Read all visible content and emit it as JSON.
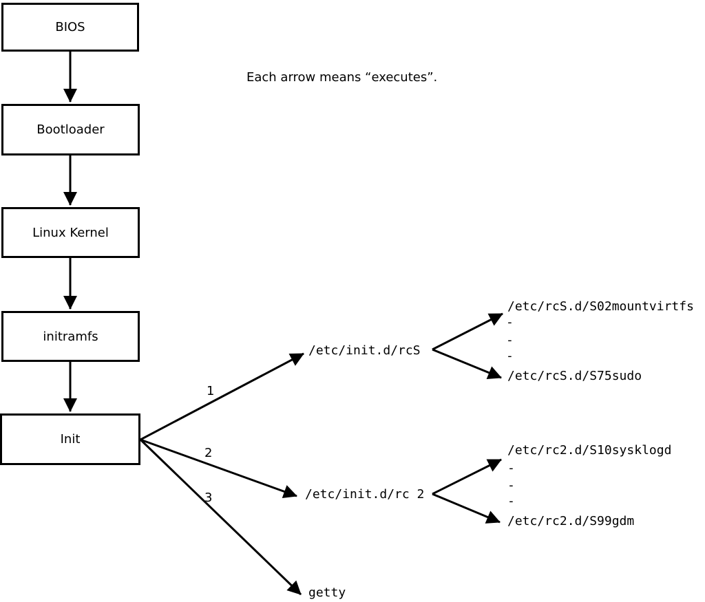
{
  "diagram": {
    "caption": "Each arrow means “executes”.",
    "chain": [
      {
        "label": "BIOS"
      },
      {
        "label": "Bootloader"
      },
      {
        "label": "Linux Kernel"
      },
      {
        "label": "initramfs"
      },
      {
        "label": "Init"
      }
    ],
    "init_arrows": [
      {
        "label": "1",
        "target": "/etc/init.d/rcS"
      },
      {
        "label": "2",
        "target": "/etc/init.d/rc 2"
      },
      {
        "label": "3",
        "target": "getty"
      }
    ],
    "rcs_list": [
      "/etc/rcS.d/S02mountvirtfs",
      "-",
      "-",
      "-",
      "/etc/rcS.d/S75sudo"
    ],
    "rc2_list": [
      "/etc/rc2.d/S10sysklogd",
      "-",
      "-",
      "-",
      "/etc/rc2.d/S99gdm"
    ]
  },
  "colors": {
    "line": "#000000",
    "background": "#ffffff",
    "box_fill": "#ffffff",
    "text": "#000000"
  }
}
